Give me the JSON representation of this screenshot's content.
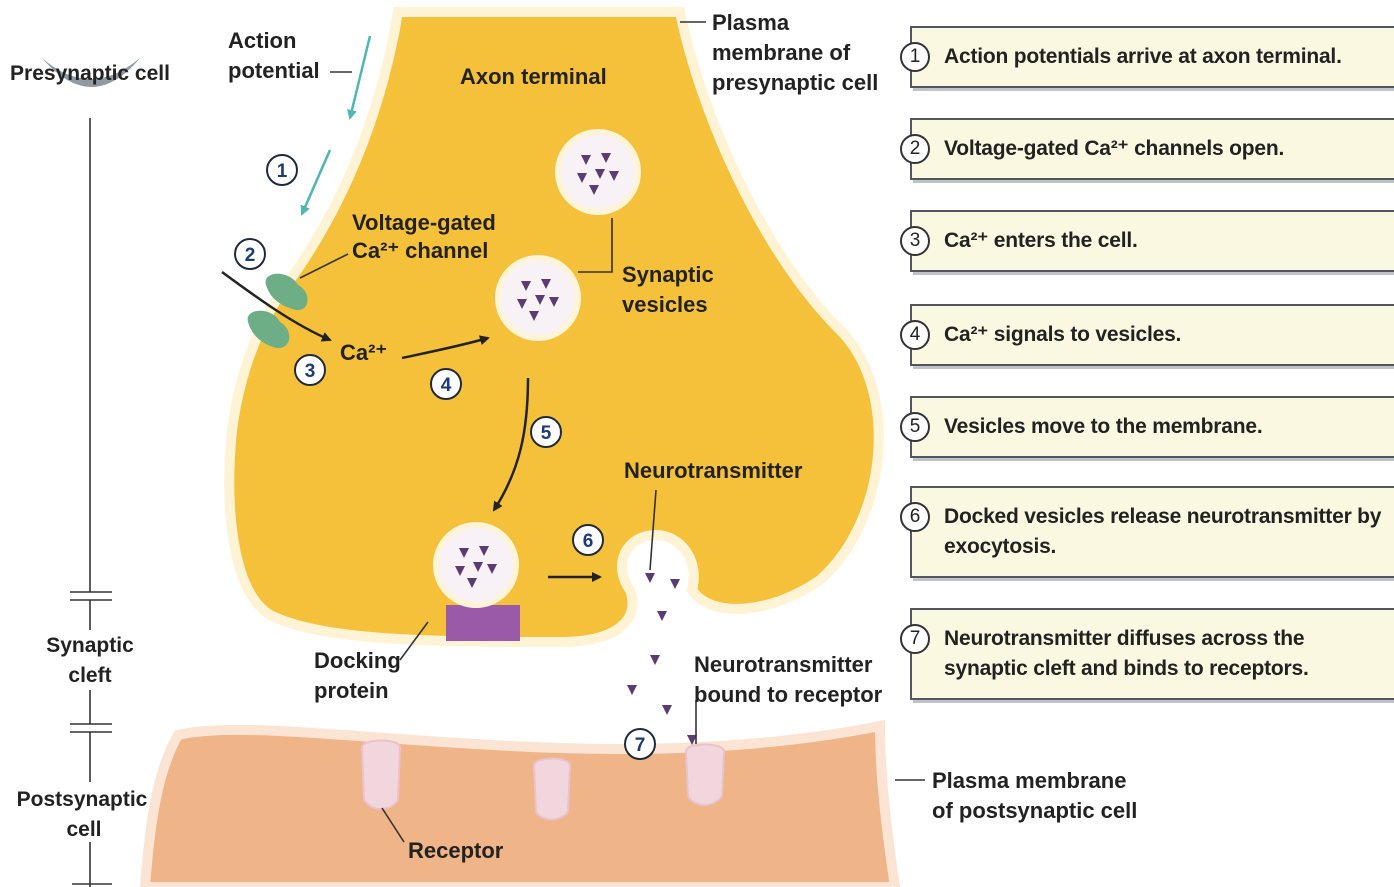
{
  "colors": {
    "axon": "#f5c13a",
    "axon_edge": "#f0b02a",
    "postsynaptic": "#efb487",
    "receptor": "#f2d6dd",
    "channel": "#6dae86",
    "docking": "#9a5aa8",
    "neurotransmitter": "#5a3c72",
    "step_box": "#fbf8e1"
  },
  "side_labels": {
    "presynaptic": "Presynaptic cell",
    "synaptic_cleft_1": "Synaptic",
    "synaptic_cleft_2": "cleft",
    "postsynaptic_1": "Postsynaptic",
    "postsynaptic_2": "cell"
  },
  "labels": {
    "action_potential_1": "Action",
    "action_potential_2": "potential",
    "axon_terminal": "Axon terminal",
    "plasma_pre_1": "Plasma",
    "plasma_pre_2": "membrane of",
    "plasma_pre_3": "presynaptic cell",
    "vg_channel_1": "Voltage-gated",
    "vg_channel_2": "Ca²⁺ channel",
    "ca_ion": "Ca²⁺",
    "synaptic_vesicles_1": "Synaptic",
    "synaptic_vesicles_2": "vesicles",
    "neurotransmitter": "Neurotransmitter",
    "docking_protein_1": "Docking",
    "docking_protein_2": "protein",
    "nt_bound_1": "Neurotransmitter",
    "nt_bound_2": "bound to receptor",
    "receptor": "Receptor",
    "plasma_post_1": "Plasma membrane",
    "plasma_post_2": "of postsynaptic cell"
  },
  "diagram_numbers": [
    "1",
    "2",
    "3",
    "4",
    "5",
    "6",
    "7"
  ],
  "steps": [
    {
      "num": "1",
      "text": "Action potentials arrive at axon terminal."
    },
    {
      "num": "2",
      "text": "Voltage-gated Ca²⁺ channels open."
    },
    {
      "num": "3",
      "text": "Ca²⁺ enters the cell."
    },
    {
      "num": "4",
      "text": "Ca²⁺ signals to vesicles."
    },
    {
      "num": "5",
      "text": "Vesicles move to the membrane."
    },
    {
      "num": "6",
      "text": "Docked vesicles release neurotransmitter by exocytosis."
    },
    {
      "num": "7",
      "text": "Neurotransmitter diffuses across the synaptic cleft and binds to receptors."
    }
  ]
}
